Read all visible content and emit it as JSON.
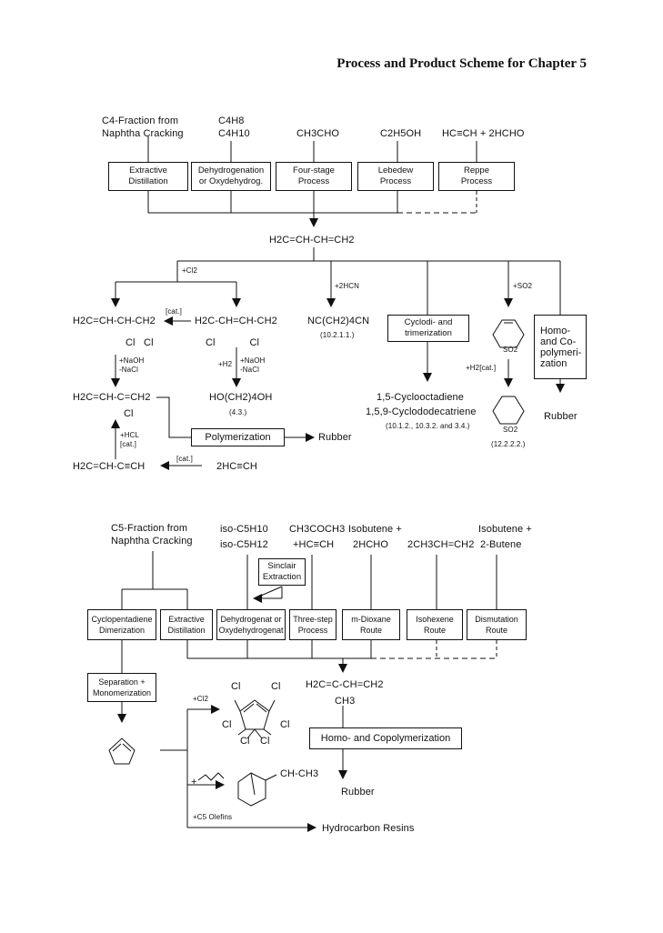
{
  "title": "Process and Product Scheme for Chapter 5",
  "section1": {
    "sources": {
      "c4_fraction": "C4-Fraction from\nNaphtha Cracking",
      "c4h8": "C4H8",
      "c4h10": "C4H10",
      "ch3cho": "CH3CHO",
      "c2h5oh": "C2H5OH",
      "acetylene_hcho": "HC≡CH + 2HCHO"
    },
    "processes": {
      "extractive": "Extractive\nDistillation",
      "dehydro": "Dehydrogenation\nor Oxydehydrog.",
      "fourstage": "Four-stage\nProcess",
      "lebedew": "Lebedew\nProcess",
      "reppe": "Reppe\nProcess"
    },
    "butadiene": "H2C=CH-CH=CH2",
    "reagents": {
      "cl2": "+Cl2",
      "hcn": "+2HCN",
      "so2": "+SO2",
      "cat": "[cat.]",
      "naoh_nacl": "+NaOH\n-NaCl",
      "h2": "+H2",
      "h2cat": "+H2[cat.]",
      "hcl_cat": "+HCL\n[cat.]",
      "cat2": "[cat.]"
    },
    "products": {
      "dichloro34": "H2C=CH-CH-CH2",
      "dichloro34_cl": "Cl   Cl",
      "dichloro14": "H2C-CH=CH-CH2",
      "dichloro14_cl": "Cl            Cl",
      "adipo": "NC(CH2)4CN",
      "adipo_ref": "(10.2.1.1.)",
      "chloroprene": "H2C=CH-C=CH2",
      "chloroprene_cl": "Cl",
      "butanediol": "HO(CH2)4OH",
      "butanediol_ref": "(4.3.)",
      "vinylacetylene": "H2C=CH-C≡CH",
      "acetylene2": "2HC≡CH",
      "cod": "1,5-Cyclooctadiene",
      "cdt": "1,5,9-Cyclododecatriene",
      "cod_ref": "(10.1.2., 10.3.2. and 3.4.)",
      "so2": "SO2",
      "so2b": "SO2",
      "sulfolane_ref": "(12.2.2.2.)",
      "rubber1": "Rubber",
      "rubber2": "Rubber"
    },
    "boxes": {
      "cyclodi": "Cyclodi- and\ntrimerization",
      "homo": "Homo-\nand Co-\npolymeri-\nzation",
      "poly": "Polymerization"
    }
  },
  "section2": {
    "sources": {
      "c5_fraction": "C5-Fraction from\nNaphtha Cracking",
      "iso_c5h10": "iso-C5H10",
      "iso_c5h12": "iso-C5H12",
      "acetone": "CH3COCH3",
      "acetylene": "+HC≡CH",
      "isobutene1": "Isobutene +",
      "hcho": "2HCHO",
      "propene": "2CH3CH=CH2",
      "isobutene2": "Isobutene +",
      "butene2": "2-Butene"
    },
    "boxes": {
      "sinclair": "Sinclair\nExtraction",
      "cpd": "Cyclopentadiene\nDimerization",
      "extractive": "Extractive\nDistillation",
      "dehydro": "Dehydrogenat or\nOxydehydrogenat",
      "threestep": "Three-step\nProcess",
      "dioxane": "m-Dioxane\nRoute",
      "isohexene": "Isohexene\nRoute",
      "dismutation": "Dismutation\nRoute",
      "separation": "Separation +\nMonomerization",
      "homocopoly": "Homo- and Copolymerization"
    },
    "isoprene": "H2C=C-CH=CH2",
    "isoprene_ch3": "CH3",
    "reagents": {
      "cl2": "+Cl2",
      "butadiene_plus": "+",
      "c5_olefins": "+C5 Olefins"
    },
    "products": {
      "hexachloro_cl": "Cl",
      "ethylidene": "CH-CH3",
      "rubber": "Rubber",
      "resins": "Hydrocarbon Resins"
    }
  }
}
